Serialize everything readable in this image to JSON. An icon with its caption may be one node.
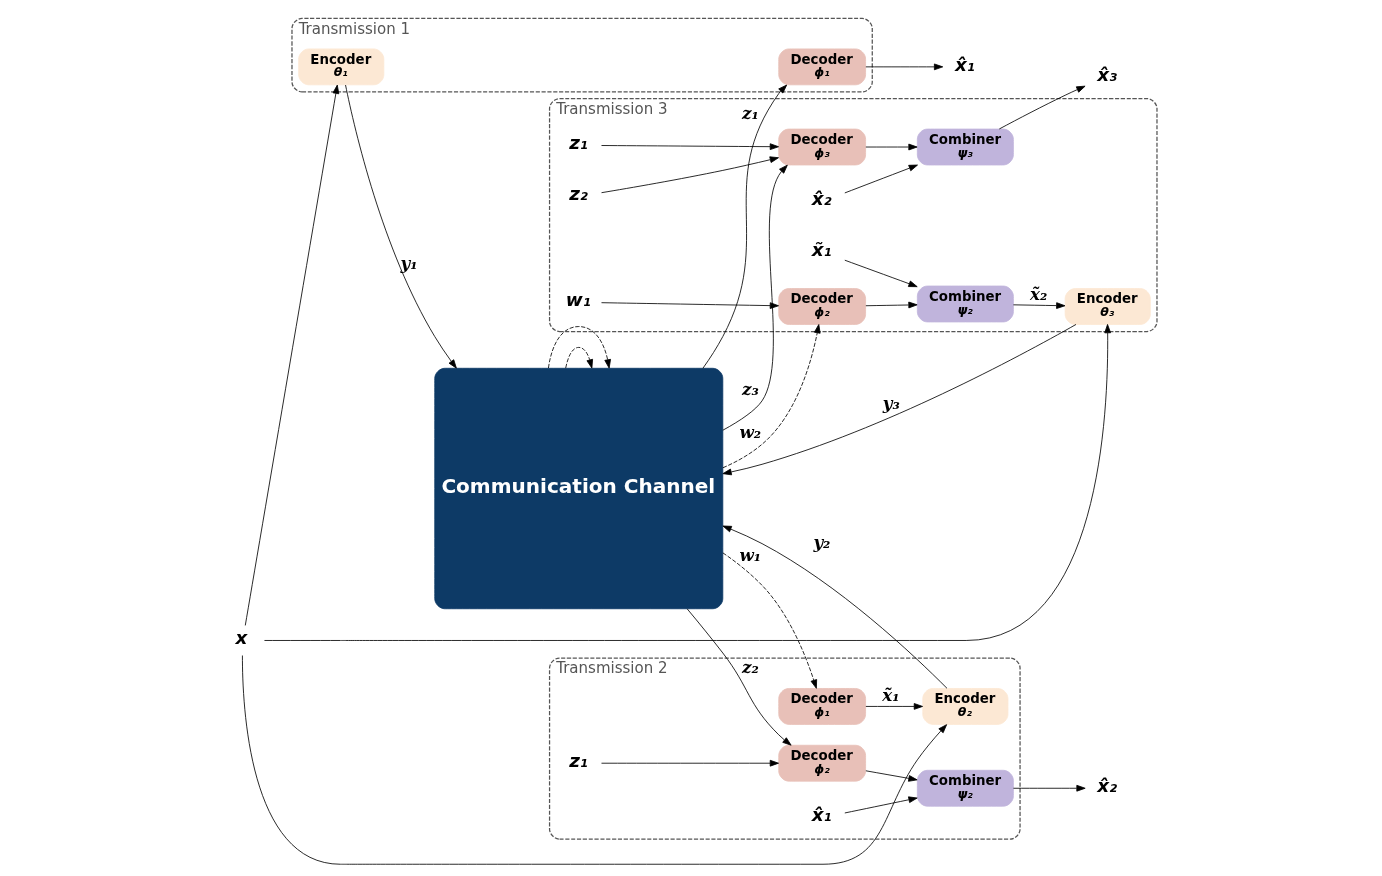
{
  "diagram": {
    "nodes": [
      {
        "text": [
          "Transmission 1"
        ]
      },
      {
        "text": [
          "x"
        ]
      },
      {
        "text": [
          "Encoder",
          "θ₁"
        ],
        "in": 0
      },
      {
        "text": [
          "Communication Channel"
        ]
      },
      {
        "text": [
          "Decoder",
          "ϕ₁"
        ],
        "in": 0
      },
      {
        "text": [
          "x̂₁"
        ]
      },
      {
        "text": [
          "Transmission 2"
        ]
      },
      {
        "text": [
          "Decoder",
          "ϕ₁"
        ],
        "in": 6
      },
      {
        "text": [
          "Encoder",
          "θ₂"
        ],
        "in": 6
      },
      {
        "text": [
          "z₁"
        ],
        "in": 6
      },
      {
        "text": [
          "Decoder",
          "ϕ₂"
        ],
        "in": 6
      },
      {
        "text": [
          "x̂₁"
        ],
        "in": 6
      },
      {
        "text": [
          "Combiner",
          "ψ₂"
        ],
        "in": 6
      },
      {
        "text": [
          "x̂₂"
        ]
      },
      {
        "text": [
          "Transmission 3"
        ]
      },
      {
        "text": [
          "x̃₁"
        ],
        "in": 14
      },
      {
        "text": [
          "Combiner",
          "ψ₂"
        ],
        "in": 14
      },
      {
        "text": [
          "Decoder",
          "ϕ₂"
        ],
        "in": 14
      },
      {
        "text": [
          "w₁"
        ],
        "in": 14
      },
      {
        "text": [
          "Encoder",
          "θ₃"
        ],
        "in": 14
      },
      {
        "text": [
          "z₂"
        ],
        "in": 14
      },
      {
        "text": [
          "z₁"
        ],
        "in": 14
      },
      {
        "text": [
          "Decoder",
          "ϕ₃"
        ],
        "in": 14
      },
      {
        "text": [
          "x̂₂"
        ],
        "in": 14
      },
      {
        "text": [
          "Combiner",
          "ψ₃"
        ],
        "in": 14
      },
      {
        "text": [
          "x̂₃"
        ]
      }
    ],
    "edges": [
      {
        "from": 1,
        "to": 2,
        "arrow": "to"
      },
      {
        "from": 1,
        "to": 8,
        "arrow": "to"
      },
      {
        "from": 1,
        "to": 19,
        "arrow": "to"
      },
      {
        "from": 2,
        "to": 3,
        "arrow": "to",
        "label": "y₁"
      },
      {
        "from": 3,
        "to": 4,
        "arrow": "to",
        "label": "z₁"
      },
      {
        "from": 4,
        "to": 5,
        "arrow": "to"
      },
      {
        "from": 3,
        "to": 3,
        "arrow": "to",
        "style": "dashed"
      },
      {
        "from": 3,
        "to": 7,
        "arrow": "to",
        "style": "dashed",
        "label": "w₁"
      },
      {
        "from": 7,
        "to": 8,
        "arrow": "to",
        "label": "x̃₁"
      },
      {
        "from": 8,
        "to": 3,
        "arrow": "to",
        "label": "y₂"
      },
      {
        "from": 3,
        "to": 10,
        "arrow": "to",
        "label": "z₂"
      },
      {
        "from": 9,
        "to": 10,
        "arrow": "to"
      },
      {
        "from": 10,
        "to": 12,
        "arrow": "to"
      },
      {
        "from": 11,
        "to": 12,
        "arrow": "to"
      },
      {
        "from": 12,
        "to": 13,
        "arrow": "to"
      },
      {
        "from": 3,
        "to": 3,
        "arrow": "to",
        "style": "dashed"
      },
      {
        "from": 3,
        "to": 17,
        "arrow": "to",
        "style": "dashed",
        "label": "w₂"
      },
      {
        "from": 18,
        "to": 17,
        "arrow": "to"
      },
      {
        "from": 17,
        "to": 16,
        "arrow": "to"
      },
      {
        "from": 15,
        "to": 16,
        "arrow": "to"
      },
      {
        "from": 16,
        "to": 19,
        "arrow": "to",
        "label": "x̃₂"
      },
      {
        "from": 19,
        "to": 3,
        "arrow": "to",
        "label": "y₃"
      },
      {
        "from": 3,
        "to": 22,
        "arrow": "to",
        "label": "z₃"
      },
      {
        "from": 20,
        "to": 22,
        "arrow": "to"
      },
      {
        "from": 21,
        "to": 22,
        "arrow": "to"
      },
      {
        "from": 22,
        "to": 24,
        "arrow": "to"
      },
      {
        "from": 23,
        "to": 24,
        "arrow": "to"
      },
      {
        "from": 24,
        "to": 25,
        "arrow": "to"
      }
    ]
  }
}
